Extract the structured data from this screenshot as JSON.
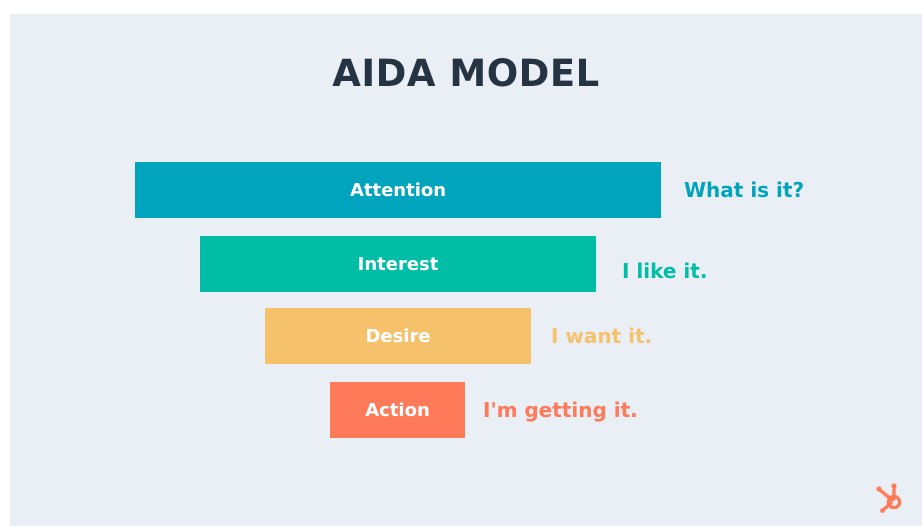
{
  "title": "AIDA MODEL",
  "stages": [
    {
      "label": "Attention",
      "caption": "What is it?",
      "color": "#00a4bd"
    },
    {
      "label": "Interest",
      "caption": "I like it.",
      "color": "#00bda5"
    },
    {
      "label": "Desire",
      "caption": "I want it.",
      "color": "#f5c26b"
    },
    {
      "label": "Action",
      "caption": "I'm getting it.",
      "color": "#ff7a59"
    }
  ],
  "logo": {
    "icon": "hubspot-sprocket-icon",
    "color": "#ff7a59"
  }
}
